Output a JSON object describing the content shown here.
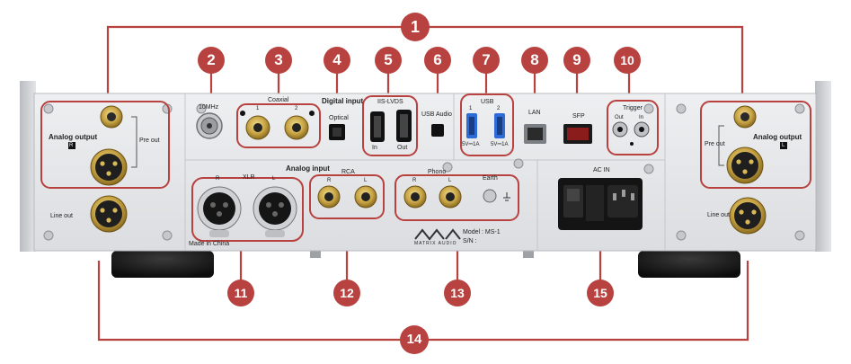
{
  "colors": {
    "callout": "#b7423f",
    "panel": "#e7e8ea",
    "panel_edge": "#c9cbce",
    "gold": "#c9a646",
    "feet": "#1c1c1c"
  },
  "callouts": [
    "1",
    "2",
    "3",
    "4",
    "5",
    "6",
    "7",
    "8",
    "9",
    "10",
    "11",
    "12",
    "13",
    "14",
    "15"
  ],
  "labels": {
    "left_analog_output": "Analog output",
    "left_channel": "R",
    "left_pre_out": "Pre out",
    "left_line_out": "Line out",
    "clock": "10MHz",
    "coaxial": "Coaxial",
    "coax_1": "1",
    "coax_2": "2",
    "digital_input": "Digital input",
    "optical": "Optical",
    "iis": "IIS-LVDS",
    "iis_in": "In",
    "iis_out": "Out",
    "usb_audio": "USB Audio",
    "usb": "USB",
    "usb_1": "1",
    "usb_2": "2",
    "usb_power_1": "5V⎓1A",
    "usb_power_2": "5V⎓1A",
    "lan": "LAN",
    "sfp": "SFP",
    "trigger": "Trigger",
    "trigger_out": "Out",
    "trigger_in": "In",
    "analog_input": "Analog input",
    "xlr": "XLR",
    "xlr_r": "R",
    "xlr_l": "L",
    "rca": "RCA",
    "rca_r": "R",
    "rca_l": "L",
    "phono": "Phono",
    "phono_r": "R",
    "phono_l": "L",
    "earth": "Earth",
    "ac_in": "AC IN",
    "made_in": "Made in China",
    "model": "Model : MS-1",
    "sn": "S/N :",
    "brand": "MATRIX AUDIO",
    "right_analog_output": "Analog output",
    "right_channel": "L",
    "right_pre_out": "Pre out",
    "right_line_out": "Line out"
  }
}
